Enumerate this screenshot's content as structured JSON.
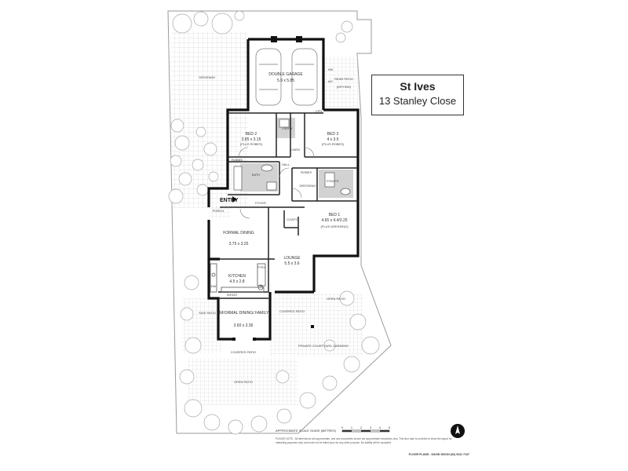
{
  "title": {
    "suburb": "St Ives",
    "address": "13 Stanley Close"
  },
  "rooms": {
    "double_garage": {
      "name": "DOUBLE GARAGE",
      "dims": "5.9 x 5.85"
    },
    "rear_patio": {
      "name": "REAR PATIO",
      "note": "(DRYING)"
    },
    "driveway": "DRIVEWAY",
    "bed2": {
      "name": "BED 2",
      "dims": "3.85 x 3.15",
      "note": "(PLUS ROBES)"
    },
    "laundry": "LNDRY",
    "linen": "LINEN",
    "bed3": {
      "name": "BED 3",
      "dims": "4 x 3.5",
      "note": "(PLUS ROBES)"
    },
    "robes": "ROBES",
    "bath": "BATH",
    "hall": "HALL",
    "dressing": "DRESSING",
    "ensuite": "E/SUITE",
    "entry": "ENTRY",
    "porch": "PORCH",
    "foyer": "FOYER",
    "coats": "COATS",
    "bed1": {
      "name": "BED 1",
      "dims": "4.65 x 4.4/3.25",
      "note": "(PLUS DRESSING)"
    },
    "formal_dining": {
      "name": "FORMAL DINING",
      "dims": "3.75 x 3.25"
    },
    "lounge": {
      "name": "LOUNGE",
      "dims": "5.5 x 3.6"
    },
    "kitchen": {
      "name": "KITCHEN",
      "dims": "4.5 x 2.8"
    },
    "pantry": "PTRY",
    "fridge": "F",
    "dishwasher": "DW",
    "benchtop": "B/FAST",
    "informal_dining": {
      "name": "INFORMAL DINING/ FAMILY",
      "dims": "3.60 x 3.36"
    },
    "side_patio": "SIDE PATIO",
    "covered_patio_mid": "COVERED PATIO",
    "covered_patio_low": "COVERED PATIO",
    "open_patio_low": "OPEN PATIO",
    "open_patio_right": "OPEN PATIO",
    "courtyard": "PRIVATE COURTYARD GARDENS",
    "ac": "A/C",
    "hw": "HW",
    "cpd": "CPD"
  },
  "footer": {
    "scale_label": "APPROXIMATE SCALE GUIDE (METRES)",
    "scale_ticks": [
      "0",
      "1",
      "2",
      "3",
      "4",
      "5"
    ],
    "note": "PLEASE NOTE : All dimensions are approximate, and any boundaries shown are approximate indications only. This floor plan is provided to show the layout for marketing purposes only, and must not be relied upon for any other purpose. No liability will be accepted.",
    "credit": "FLOOR PLANS : DAVID DIXON (02) 9411 7137"
  }
}
